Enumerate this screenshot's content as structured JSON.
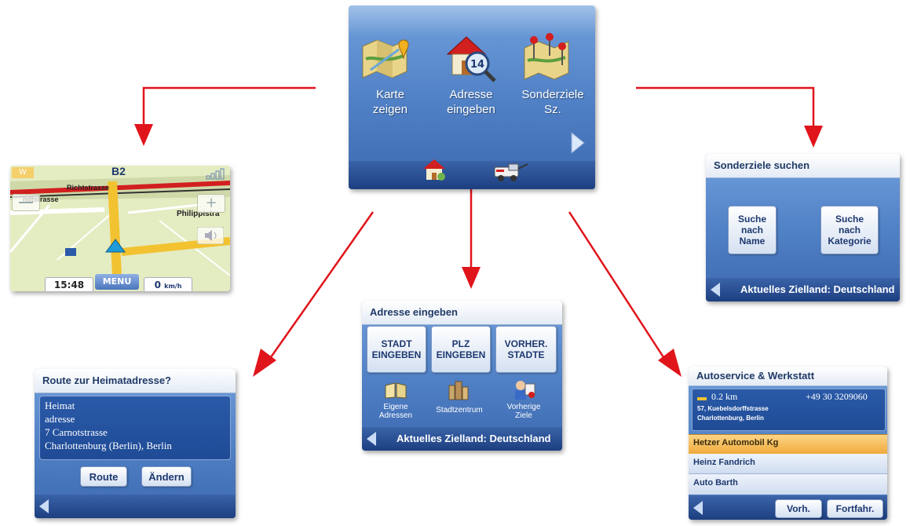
{
  "main_menu": {
    "items": [
      {
        "label": "Karte\nzeigen"
      },
      {
        "label": "Adresse\neingeben"
      },
      {
        "label": "Sonderziele\nSz."
      }
    ]
  },
  "map_screen": {
    "road_name": "B2",
    "street_top": "Richtstrasse",
    "street_left": "ndtstrasse",
    "street_right": "Philippistra",
    "time": "15:48",
    "menu_label": "MENU",
    "speed": "0",
    "speed_unit": "km/h",
    "status_badge": "W"
  },
  "poi_search": {
    "title": "Sonderziele suchen",
    "btn_name": "Suche\nnach\nName",
    "btn_category": "Suche\nnach\nKategorie",
    "footer": "Aktuelles Zielland: Deutschland"
  },
  "address_entry": {
    "title": "Adresse eingeben",
    "buttons": [
      "STADT\nEINGEBEN",
      "PLZ\nEINGEBEN",
      "VORHER.\nSTADTE"
    ],
    "icons": [
      "Eigene\nAdressen",
      "Stadtzentrum",
      "Vorherige\nZiele"
    ],
    "footer": "Aktuelles Zielland: Deutschland"
  },
  "home_route": {
    "title": "Route zur Heimatadresse?",
    "lines": [
      "Heimat",
      "adresse",
      "7 Carnotstrasse",
      "Charlottenburg (Berlin), Berlin"
    ],
    "btn_route": "Route",
    "btn_change": "Ändern"
  },
  "autoservice": {
    "title": "Autoservice & Werkstatt",
    "distance": "0.2 km",
    "phone": "+49 30 3209060",
    "address1": "57, Kuebelsdorffstrasse",
    "address2": "Charlottenburg, Berlin",
    "list": [
      "Hetzer Automobil Kg",
      "Heinz Fandrich",
      "Auto Barth"
    ],
    "btn_prev": "Vorh.",
    "btn_next": "Fortfahr."
  },
  "colors": {
    "arrow": "#e0141b",
    "panel_blue": "#4f7fc4",
    "highlight": "#f3b64e"
  }
}
